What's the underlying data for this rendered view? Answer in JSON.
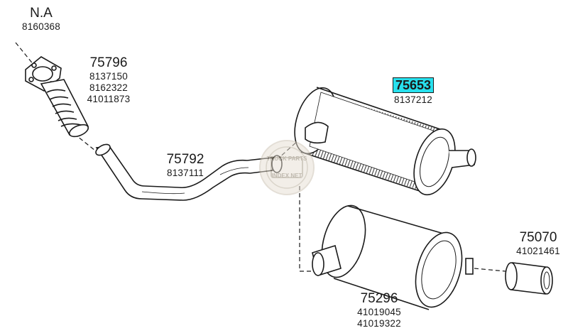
{
  "parts": {
    "na": {
      "number": "N.A",
      "refs": [
        "8160368"
      ]
    },
    "p75796": {
      "number": "75796",
      "refs": [
        "8137150",
        "8162322",
        "41011873"
      ]
    },
    "p75792": {
      "number": "75792",
      "refs": [
        "8137111"
      ]
    },
    "p75653": {
      "number": "75653",
      "refs": [
        "8137212"
      ],
      "highlight_color": "#27e1ee"
    },
    "p75070": {
      "number": "75070",
      "refs": [
        "41021461"
      ]
    },
    "p75296": {
      "number": "75296",
      "refs": [
        "41019045",
        "41019322"
      ]
    }
  },
  "watermark": {
    "line1": "TRUCK PARTS",
    "line2": "INDEX NET"
  },
  "colors": {
    "line": "#1a1a1a",
    "fill": "#ffffff",
    "shade": "#555555"
  }
}
